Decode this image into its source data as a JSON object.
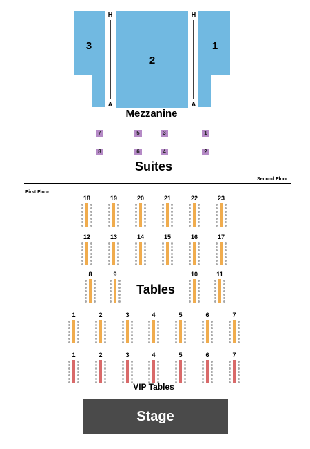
{
  "colors": {
    "section_fill": "#71b9e1",
    "suite_fill": "#b58ac6",
    "table_orange": "#f0ac4e",
    "table_red": "#d96a6a",
    "chair_gray": "#a9a9a9",
    "stage_fill": "#4a4a4a",
    "stage_text": "#ffffff"
  },
  "mezzanine": {
    "label": "Mezzanine",
    "sections": {
      "left": "3",
      "center": "2",
      "right": "1"
    },
    "row_top": "H",
    "row_bottom": "A"
  },
  "suites": {
    "label": "Suites",
    "items": [
      "7",
      "5",
      "3",
      "1",
      "8",
      "6",
      "4",
      "2"
    ]
  },
  "floors": {
    "second": "Second Floor",
    "first": "First Floor"
  },
  "tables": {
    "label": "Tables",
    "row1": [
      "18",
      "19",
      "20",
      "21",
      "22",
      "23"
    ],
    "row2": [
      "12",
      "13",
      "14",
      "15",
      "16",
      "17"
    ],
    "row3_left": [
      "8",
      "9"
    ],
    "row3_right": [
      "10",
      "11"
    ],
    "row4": [
      "1",
      "2",
      "3",
      "4",
      "5",
      "6",
      "7"
    ]
  },
  "vip": {
    "label": "VIP Tables",
    "row": [
      "1",
      "2",
      "3",
      "4",
      "5",
      "6",
      "7"
    ]
  },
  "stage": {
    "label": "Stage"
  }
}
